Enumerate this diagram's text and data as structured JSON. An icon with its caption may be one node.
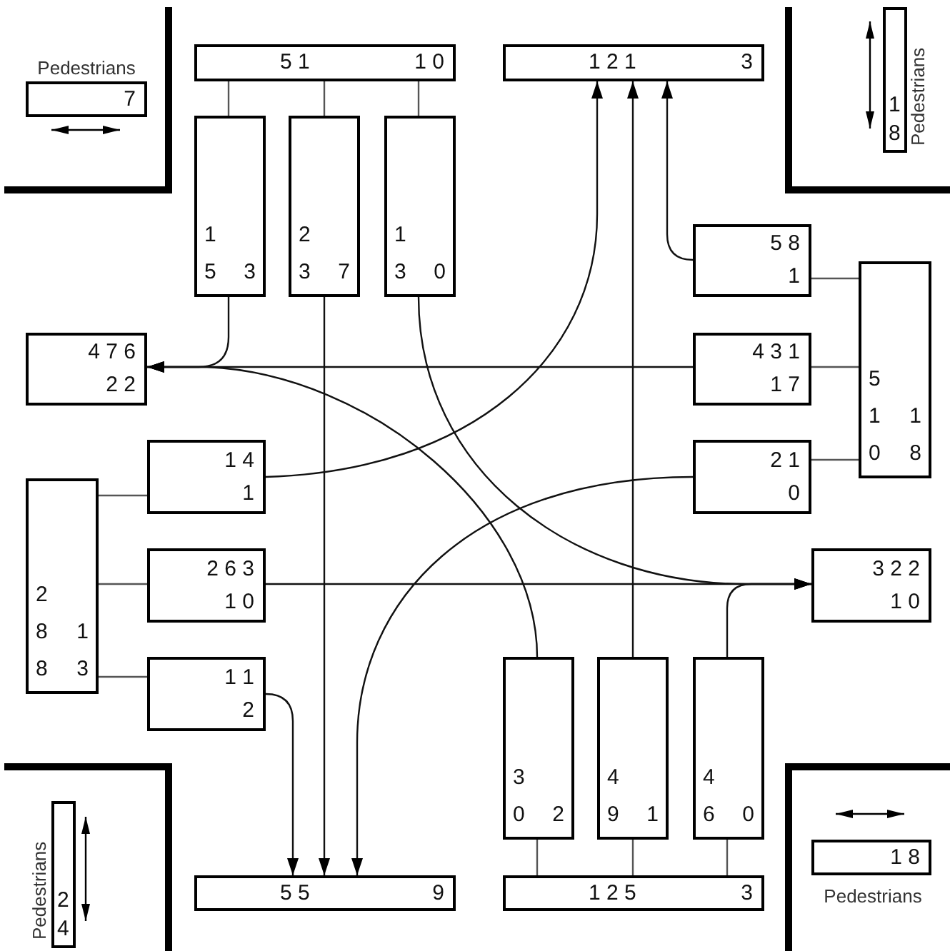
{
  "diagram": {
    "nodes": [
      {
        "text": [
          "Pedestrians",
          "7"
        ]
      },
      {
        "text": [
          "5 1",
          "1 0"
        ]
      },
      {
        "text": [
          "1 2 1",
          "3"
        ]
      },
      {
        "text": [
          "Pedestrians",
          "1 8"
        ]
      },
      {
        "text": [
          "1 5",
          "3"
        ]
      },
      {
        "text": [
          "2 3",
          "7"
        ]
      },
      {
        "text": [
          "1 3",
          "0"
        ]
      },
      {
        "text": [
          "5 8",
          "1"
        ]
      },
      {
        "text": [
          "4 7 6",
          "2 2"
        ]
      },
      {
        "text": [
          "4 3 1",
          "1 7"
        ]
      },
      {
        "text": [
          "5 1 0",
          "1 8"
        ]
      },
      {
        "text": [
          "1 4",
          "1"
        ]
      },
      {
        "text": [
          "2 1",
          "0"
        ]
      },
      {
        "text": [
          "2 8 8",
          "1 3"
        ]
      },
      {
        "text": [
          "2 6 3",
          "1 0"
        ]
      },
      {
        "text": [
          "3 2 2",
          "1 0"
        ]
      },
      {
        "text": [
          "1 1",
          "2"
        ]
      },
      {
        "text": [
          "3 0",
          "2"
        ]
      },
      {
        "text": [
          "4 9",
          "1"
        ]
      },
      {
        "text": [
          "4 6",
          "0"
        ]
      },
      {
        "text": [
          "Pedestrians",
          "2 4"
        ]
      },
      {
        "text": [
          "1 8",
          "Pedestrians"
        ]
      },
      {
        "text": [
          "5 5",
          "9"
        ]
      },
      {
        "text": [
          "1 2 5",
          "3"
        ]
      }
    ],
    "edges": [
      {
        "from": 1,
        "to": 4,
        "arrow": "none"
      },
      {
        "from": 1,
        "to": 5,
        "arrow": "none"
      },
      {
        "from": 1,
        "to": 6,
        "arrow": "none"
      },
      {
        "from": 4,
        "to": 8,
        "arrow": "to"
      },
      {
        "from": 5,
        "to": 22,
        "arrow": "to"
      },
      {
        "from": 6,
        "to": 15,
        "arrow": "to"
      },
      {
        "from": 7,
        "to": 2,
        "arrow": "to"
      },
      {
        "from": 10,
        "to": 7,
        "arrow": "none"
      },
      {
        "from": 9,
        "to": 8,
        "arrow": "to"
      },
      {
        "from": 10,
        "to": 9,
        "arrow": "none"
      },
      {
        "from": 11,
        "to": 2,
        "arrow": "to"
      },
      {
        "from": 12,
        "to": 22,
        "arrow": "to"
      },
      {
        "from": 10,
        "to": 12,
        "arrow": "none"
      },
      {
        "from": 13,
        "to": 11,
        "arrow": "none"
      },
      {
        "from": 14,
        "to": 15,
        "arrow": "to"
      },
      {
        "from": 13,
        "to": 14,
        "arrow": "none"
      },
      {
        "from": 16,
        "to": 22,
        "arrow": "to"
      },
      {
        "from": 13,
        "to": 16,
        "arrow": "none"
      },
      {
        "from": 17,
        "to": 8,
        "arrow": "to"
      },
      {
        "from": 18,
        "to": 2,
        "arrow": "to"
      },
      {
        "from": 19,
        "to": 15,
        "arrow": "to"
      },
      {
        "from": 23,
        "to": 17,
        "arrow": "none"
      },
      {
        "from": 23,
        "to": 18,
        "arrow": "none"
      },
      {
        "from": 23,
        "to": 19,
        "arrow": "none"
      }
    ]
  }
}
